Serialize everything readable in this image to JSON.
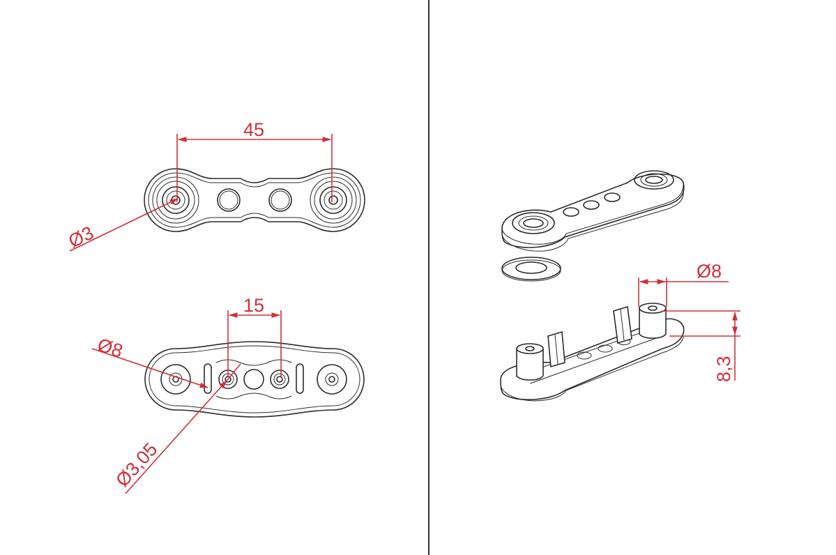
{
  "colors": {
    "dimension": "#d0303a",
    "linework": "#2a2a2a",
    "background": "#ffffff"
  },
  "views": {
    "top_view": {
      "dim_spacing": "45",
      "dim_hole": "Ø3"
    },
    "bottom_view": {
      "dim_spacing": "15",
      "dim_boss": "Ø8",
      "dim_hole": "Ø3,05"
    },
    "iso_view": {
      "dim_boss_diameter": "Ø8",
      "dim_boss_height": "8,3"
    }
  }
}
